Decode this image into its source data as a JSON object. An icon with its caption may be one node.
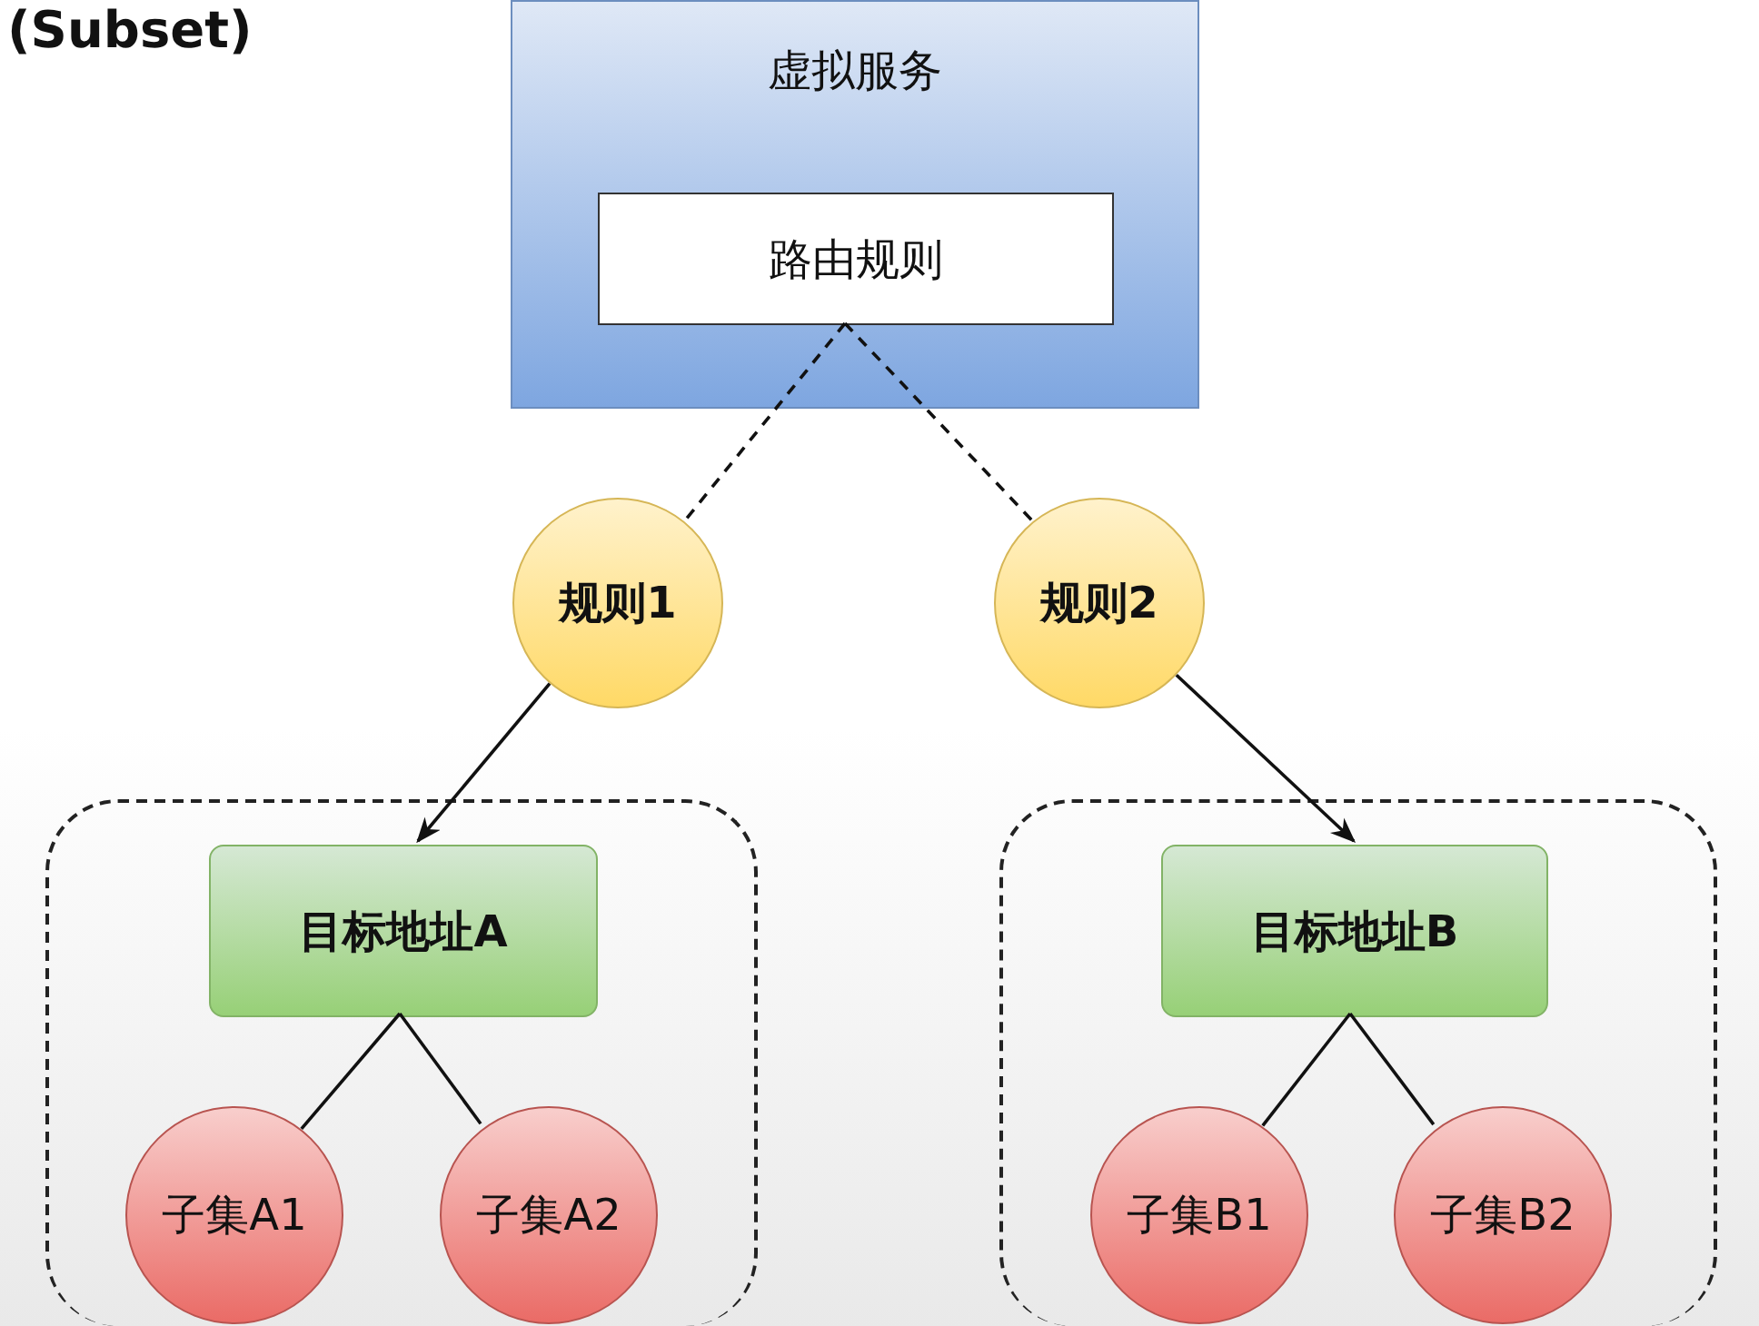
{
  "diagram": {
    "title": "(Subset)",
    "nodes": [
      {
        "text": [
          "虚拟服务"
        ]
      },
      {
        "text": [
          "路由规则"
        ],
        "in": 0
      },
      {
        "text": [
          "规则1"
        ]
      },
      {
        "text": [
          "规则2"
        ]
      },
      {
        "text": [],
        "shape": "box"
      },
      {
        "text": [
          "目标地址A"
        ],
        "in": 4
      },
      {
        "text": [
          "子集A1"
        ],
        "in": 4
      },
      {
        "text": [
          "子集A2"
        ],
        "in": 4
      },
      {
        "text": [],
        "shape": "box"
      },
      {
        "text": [
          "目标地址B"
        ],
        "in": 8
      },
      {
        "text": [
          "子集B1"
        ],
        "in": 8
      },
      {
        "text": [
          "子集B2"
        ],
        "in": 8
      }
    ],
    "edges": [
      {
        "from": 1,
        "to": 2,
        "arrow": "none",
        "style": "dashed"
      },
      {
        "from": 1,
        "to": 3,
        "arrow": "none",
        "style": "dashed"
      },
      {
        "from": 2,
        "to": 5,
        "arrow": "to"
      },
      {
        "from": 3,
        "to": 9,
        "arrow": "to"
      },
      {
        "from": 5,
        "to": 6,
        "arrow": "none"
      },
      {
        "from": 5,
        "to": 7,
        "arrow": "none"
      },
      {
        "from": 9,
        "to": 10,
        "arrow": "none"
      },
      {
        "from": 9,
        "to": 11,
        "arrow": "none"
      }
    ]
  }
}
